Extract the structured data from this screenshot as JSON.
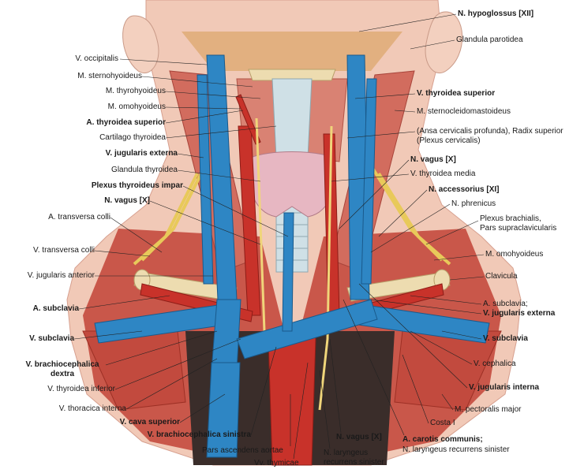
{
  "labels": {
    "hypoglossus": "N. hypoglossus [XII]",
    "parotidea": "Glandula parotidea",
    "occipitalis": "V. occipitalis",
    "sternohyoideus": "M. sternohyoideus",
    "thyrohyoideus": "M. thyrohyoideus",
    "omohyoideus_l": "M. omohyoideus",
    "thyroidea_sup_a": "A. thyroidea superior",
    "cartilago": "Cartilago thyroidea",
    "jugularis_ext_l": "V. jugularis externa",
    "glandula_thyr": "Glandula thyroidea",
    "plexus_impar": "Plexus thyroideus impar",
    "vagus_l": "N. vagus [X]",
    "transversa_colli_a": "A. transversa colli",
    "transversa_colli_v": "V. transversa colli",
    "jugularis_ant": "V. jugularis anterior",
    "subclavia_a_l": "A. subclavia",
    "subclavia_v_l": "V. subclavia",
    "brachio_dextra_1": "V. brachiocephalica",
    "brachio_dextra_2": "dextra",
    "thyroidea_inf": "V. thyroidea inferior",
    "thoracica_int": "V. thoracica interna",
    "cava_sup": "V. cava superior",
    "brachio_sinistra": "V. brachiocephalica sinistra",
    "aortae": "Pars ascendens aortae",
    "thymicae": "Vv. thymicae",
    "laryngeus_1": "N. laryngeus",
    "laryngeus_2": "recurrens sinister",
    "vagus_b": "N. vagus [X]",
    "carotis": "A. carotis communis;",
    "laryngeus_r": "N. laryngeus recurrens sinister",
    "thyroidea_sup_v": "V. thyroidea superior",
    "sternocleido": "M. sternocleidomastoideus",
    "ansa_1": "(Ansa cervicalis profunda), Radix superior",
    "ansa_2": "(Plexus cervicalis)",
    "vagus_r": "N. vagus [X]",
    "thyroidea_media": "V. thyroidea media",
    "accessorius": "N. accessorius [XI]",
    "phrenicus": "N. phrenicus",
    "plexus_brach_1": "Plexus brachialis,",
    "plexus_brach_2": "Pars supraclavicularis",
    "omohyoideus_r": "M. omohyoideus",
    "clavicula": "Clavicula",
    "subclavia_a_r": "A. subclavia;",
    "jugularis_ext_r": "V. jugularis externa",
    "subclavia_v_r": "V. subclavia",
    "cephalica": "V. cephalica",
    "jugularis_int": "V. jugularis interna",
    "pectoralis": "M. pectoralis major",
    "costa": "Costa I"
  },
  "colors": {
    "vein": "#2e86c4",
    "artery": "#c8322a",
    "muscle": "#c9574a",
    "nerve": "#e8c95a",
    "thyroid": "#e7b7c2",
    "cartilage": "#cfe0e6",
    "bone": "#eddcb0",
    "skin": "#f1c9b7"
  }
}
